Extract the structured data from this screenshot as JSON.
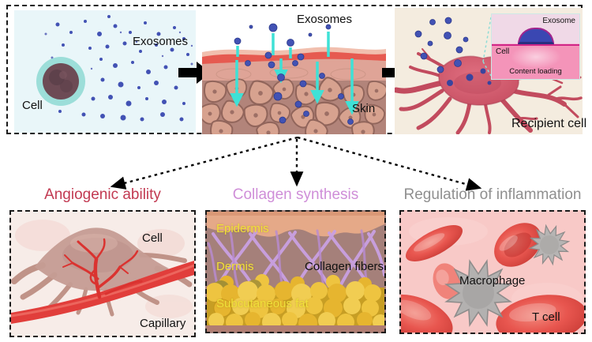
{
  "top_flow": {
    "cell_release_panel": {
      "cell_label": "Cell",
      "exosomes_label": "Exosomes"
    },
    "skin_panel": {
      "exosomes_label": "Exosomes",
      "skin_label": "Skin"
    },
    "recipient_panel": {
      "recipient_label": "Recipient cell",
      "inset": {
        "exosome_label": "Exosome",
        "cell_label": "Cell",
        "content_loading_label": "Content loading"
      }
    }
  },
  "sections": {
    "angiogenic": {
      "title": "Angiogenic ability",
      "title_color": "#c23a52",
      "cell_label": "Cell",
      "capillary_label": "Capillary"
    },
    "collagen": {
      "title": "Collagen synthesis",
      "title_color": "#cf8ed8",
      "epidermis_label": "Epidermis",
      "dermis_label": "Dermis",
      "collagen_fibers_label": "Collagen fibers",
      "subcutaneous_fat_label": "Subcutaneous fat"
    },
    "inflammation": {
      "title": "Regulation of inflammation",
      "title_color": "#8f8f8f",
      "macrophage_label": "Macrophage",
      "t_cell_label": "T cell"
    }
  },
  "colors": {
    "exosome_dot": "#4252b4",
    "transfer_arrow": "#3fe1d6",
    "flow_arrow": "#000000",
    "capillary_red": "#e13e3b",
    "collagen_fiber": "#c9a0e2",
    "fat_yellow": "#eec440",
    "macrophage_gray": "#b3b1b0",
    "rbc_red": "#e8564f",
    "inset_membrane": "#d02688",
    "inset_exosome_blue": "#3a47b2"
  }
}
